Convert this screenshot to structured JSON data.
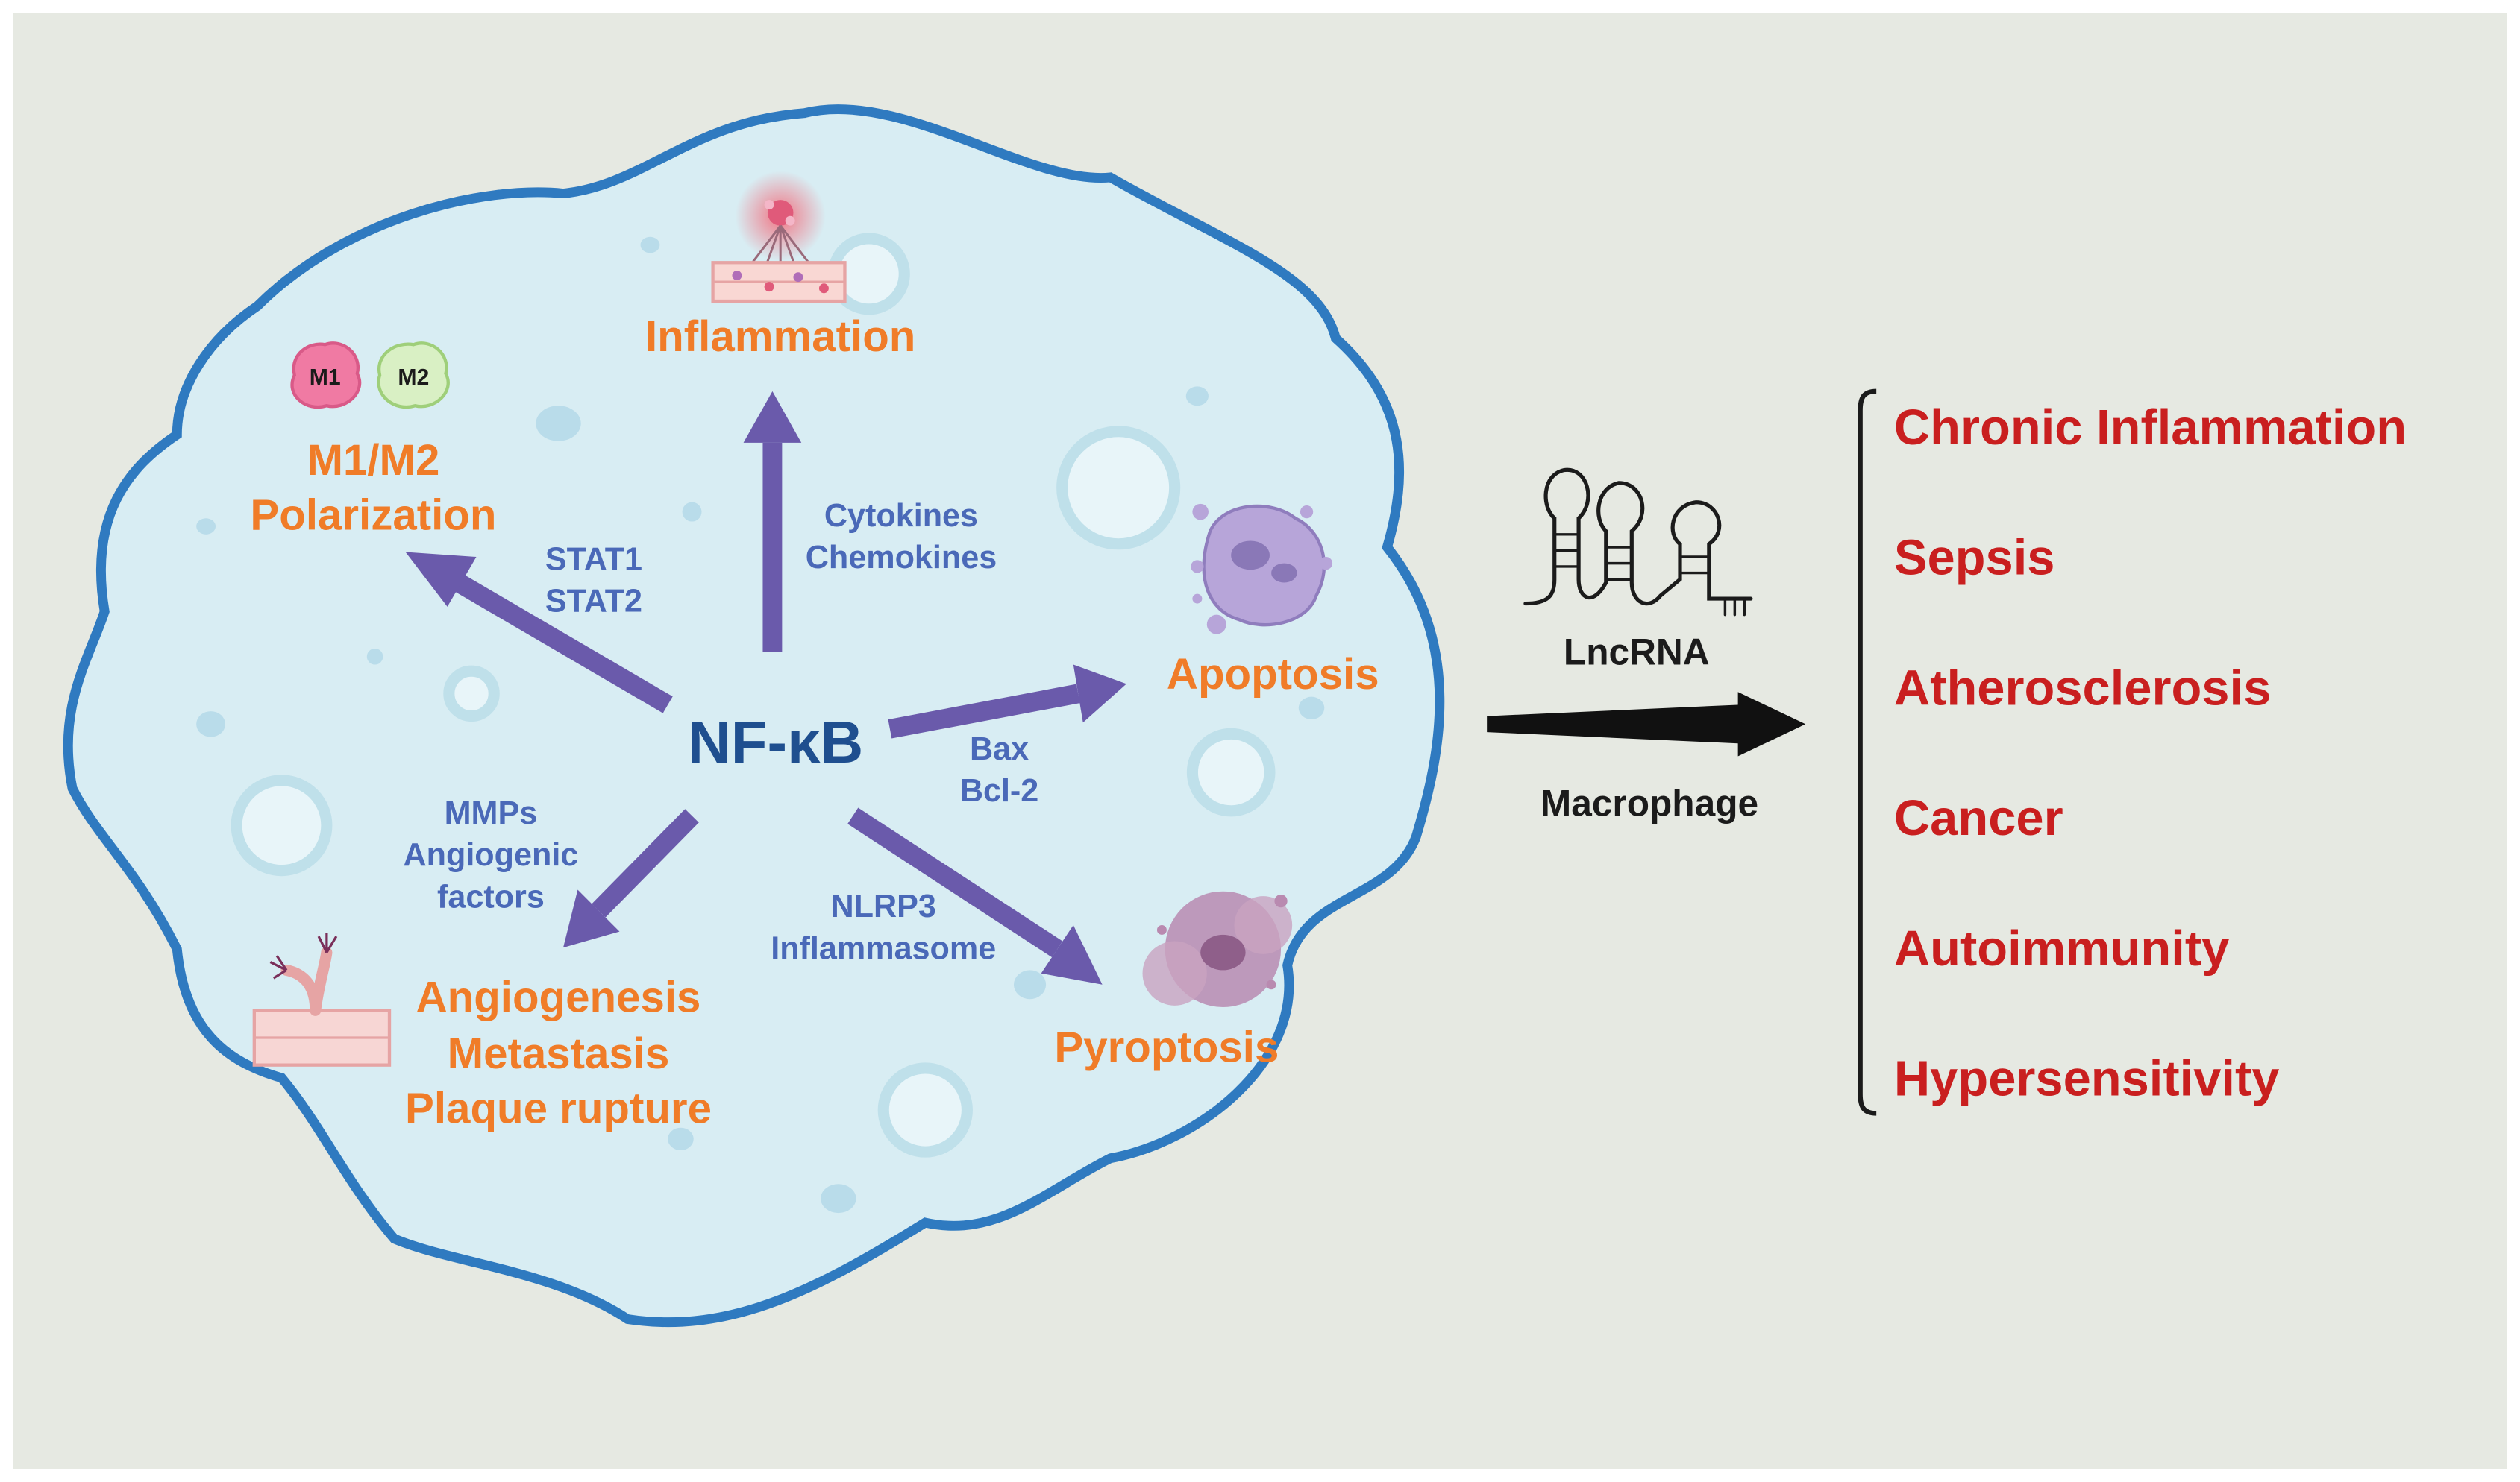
{
  "center": {
    "label": "NF-κB"
  },
  "outcomes": {
    "inflammation": "Inflammation",
    "polarization_line1": "M1/M2",
    "polarization_line2": "Polarization",
    "apoptosis": "Apoptosis",
    "pyroptosis": "Pyroptosis",
    "angiogenesis_line1": "Angiogenesis",
    "angiogenesis_line2": "Metastasis",
    "angiogenesis_line3": "Plaque rupture"
  },
  "mediators": {
    "cytokines_line1": "Cytokines",
    "cytokines_line2": "Chemokines",
    "stat_line1": "STAT1",
    "stat_line2": "STAT2",
    "bax_line1": "Bax",
    "bax_line2": "Bcl-2",
    "mmps_line1": "MMPs",
    "mmps_line2": "Angiogenic",
    "mmps_line3": "factors",
    "nlrp3_line1": "NLRP3",
    "nlrp3_line2": "Inflammasome"
  },
  "cell_badges": {
    "m1": "M1",
    "m2": "M2"
  },
  "link": {
    "top_label": "LncRNA",
    "bottom_label": "Macrophage"
  },
  "diseases": [
    "Chronic Inflammation",
    "Sepsis",
    "Atherosclerosis",
    "Cancer",
    "Autoimmunity",
    "Hypersensitivity"
  ],
  "colors": {
    "background": "#e6e9e2",
    "cell_fill": "#d8edf3",
    "cell_border": "#2f7ac0",
    "arrow": "#6a5aab",
    "outcome_text": "#f07c28",
    "mediator_text": "#4a69b8",
    "disease_text": "#c91f1f"
  },
  "icons": [
    "inflamed-tissue-icon",
    "m1-macrophage-icon",
    "m2-macrophage-icon",
    "apoptotic-cell-icon",
    "pyroptotic-cell-icon",
    "angiogenesis-vessel-icon",
    "lncrna-hairpin-icon"
  ]
}
